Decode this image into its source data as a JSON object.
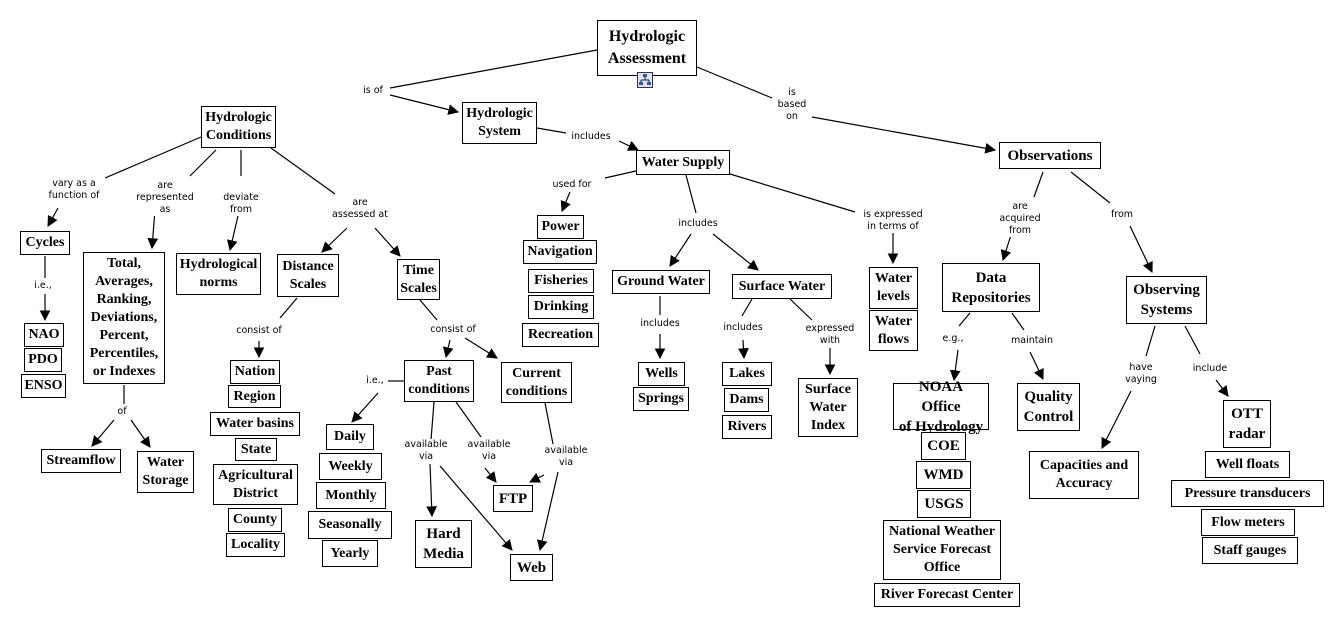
{
  "diagram": {
    "title": "Hydrologic Assessment",
    "nodes": [
      {
        "id": "root",
        "label": "Hydrologic\nAssessment"
      },
      {
        "id": "hc",
        "label": "Hydrologic\nConditions"
      },
      {
        "id": "hs",
        "label": "Hydrologic\nSystem"
      },
      {
        "id": "obs",
        "label": "Observations"
      },
      {
        "id": "cycles",
        "label": "Cycles"
      },
      {
        "id": "nao",
        "label": "NAO"
      },
      {
        "id": "pdo",
        "label": "PDO"
      },
      {
        "id": "enso",
        "label": "ENSO"
      },
      {
        "id": "totals",
        "label": "Total,\nAverages,\nRanking,\nDeviations,\nPercent,\nPercentiles,\nor Indexes"
      },
      {
        "id": "streamflow",
        "label": "Streamflow"
      },
      {
        "id": "storage",
        "label": "Water\nStorage"
      },
      {
        "id": "norms",
        "label": "Hydrological\nnorms"
      },
      {
        "id": "dist",
        "label": "Distance\nScales"
      },
      {
        "id": "nation",
        "label": "Nation"
      },
      {
        "id": "region",
        "label": "Region"
      },
      {
        "id": "basins",
        "label": "Water basins"
      },
      {
        "id": "state",
        "label": "State"
      },
      {
        "id": "agri",
        "label": "Agricultural\nDistrict"
      },
      {
        "id": "county",
        "label": "County"
      },
      {
        "id": "locality",
        "label": "Locality"
      },
      {
        "id": "time",
        "label": "Time\nScales"
      },
      {
        "id": "past",
        "label": "Past\nconditions"
      },
      {
        "id": "current",
        "label": "Current\nconditions"
      },
      {
        "id": "daily",
        "label": "Daily"
      },
      {
        "id": "weekly",
        "label": "Weekly"
      },
      {
        "id": "monthly",
        "label": "Monthly"
      },
      {
        "id": "seasonally",
        "label": "Seasonally"
      },
      {
        "id": "yearly",
        "label": "Yearly"
      },
      {
        "id": "hard",
        "label": "Hard\nMedia"
      },
      {
        "id": "ftp",
        "label": "FTP"
      },
      {
        "id": "web",
        "label": "Web"
      },
      {
        "id": "ws",
        "label": "Water Supply"
      },
      {
        "id": "power",
        "label": "Power"
      },
      {
        "id": "navigation",
        "label": "Navigation"
      },
      {
        "id": "fisheries",
        "label": "Fisheries"
      },
      {
        "id": "drinking",
        "label": "Drinking"
      },
      {
        "id": "recreation",
        "label": "Recreation"
      },
      {
        "id": "gw",
        "label": "Ground Water"
      },
      {
        "id": "wells",
        "label": "Wells"
      },
      {
        "id": "springs",
        "label": "Springs"
      },
      {
        "id": "sw",
        "label": "Surface Water"
      },
      {
        "id": "lakes",
        "label": "Lakes"
      },
      {
        "id": "dams",
        "label": "Dams"
      },
      {
        "id": "rivers",
        "label": "Rivers"
      },
      {
        "id": "swi",
        "label": "Surface\nWater\nIndex"
      },
      {
        "id": "wlevels",
        "label": "Water\nlevels"
      },
      {
        "id": "wflows",
        "label": "Water\nflows"
      },
      {
        "id": "repos",
        "label": "Data\nRepositories"
      },
      {
        "id": "noaa",
        "label": "NOAA Office\nof Hydrology"
      },
      {
        "id": "coe",
        "label": "COE"
      },
      {
        "id": "wmd",
        "label": "WMD"
      },
      {
        "id": "usgs",
        "label": "USGS"
      },
      {
        "id": "nws",
        "label": "National Weather\nService Forecast\nOffice"
      },
      {
        "id": "rfc",
        "label": "River Forecast Center"
      },
      {
        "id": "qc",
        "label": "Quality\nControl"
      },
      {
        "id": "osys",
        "label": "Observing\nSystems"
      },
      {
        "id": "cap",
        "label": "Capacities and\nAccuracy"
      },
      {
        "id": "ott",
        "label": "OTT\nradar"
      },
      {
        "id": "floats",
        "label": "Well floats"
      },
      {
        "id": "pressure",
        "label": "Pressure transducers"
      },
      {
        "id": "flowm",
        "label": "Flow meters"
      },
      {
        "id": "staff",
        "label": "Staff gauges"
      }
    ],
    "link_phrases": [
      {
        "id": "is_of",
        "label": "is of"
      },
      {
        "id": "based_on",
        "label": "is\nbased\non"
      },
      {
        "id": "vary",
        "label": "vary as a\nfunction of"
      },
      {
        "id": "represented",
        "label": "are\nrepresented\nas"
      },
      {
        "id": "deviate",
        "label": "deviate\nfrom"
      },
      {
        "id": "assessed",
        "label": "are\nassessed at"
      },
      {
        "id": "ie_cycles",
        "label": "i.e.,"
      },
      {
        "id": "of",
        "label": "of"
      },
      {
        "id": "consist_dist",
        "label": "consist of"
      },
      {
        "id": "consist_time",
        "label": "consist of"
      },
      {
        "id": "ie_past",
        "label": "i.e.,"
      },
      {
        "id": "av1",
        "label": "available\nvia"
      },
      {
        "id": "av2",
        "label": "available\nvia"
      },
      {
        "id": "av3",
        "label": "available\nvia"
      },
      {
        "id": "includes_hs",
        "label": "includes"
      },
      {
        "id": "used_for",
        "label": "used for"
      },
      {
        "id": "includes_ws",
        "label": "includes"
      },
      {
        "id": "expressed_terms",
        "label": "is expressed\nin terms of"
      },
      {
        "id": "includes_gw",
        "label": "includes"
      },
      {
        "id": "includes_sw",
        "label": "includes"
      },
      {
        "id": "expressed_with",
        "label": "expressed\nwith"
      },
      {
        "id": "acquired",
        "label": "are\nacquired\nfrom"
      },
      {
        "id": "from",
        "label": "from"
      },
      {
        "id": "eg",
        "label": "e.g.,"
      },
      {
        "id": "maintain",
        "label": "maintain"
      },
      {
        "id": "have_varying",
        "label": "have\nvaying"
      },
      {
        "id": "include",
        "label": "include"
      }
    ],
    "submap_icon": "concept-submap-icon"
  }
}
